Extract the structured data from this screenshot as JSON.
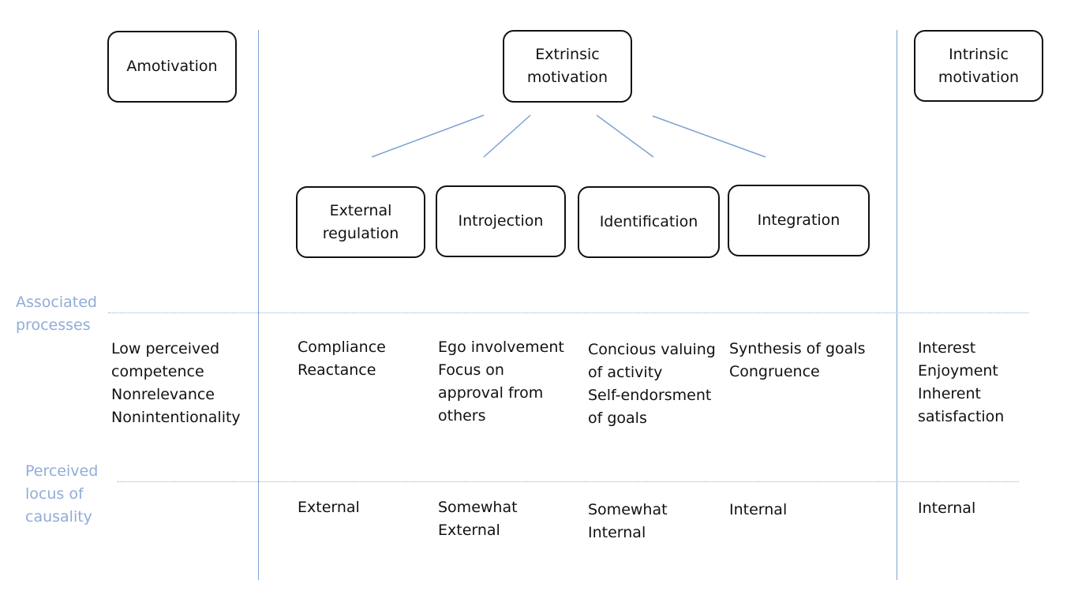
{
  "headers": {
    "amotivation": "Amotivation",
    "extrinsic": "Extrinsic\nmotivation",
    "intrinsic": "Intrinsic\nmotivation"
  },
  "regulations": {
    "external": "External\nregulation",
    "introjection": "Introjection",
    "identification": "Identification",
    "integration": "Integration"
  },
  "row_labels": {
    "processes": "Associated\nprocesses",
    "locus": "Perceived\nlocus of\ncausality"
  },
  "processes": {
    "amotivation": "Low perceived\ncompetence\nNonrelevance\nNonintentionality",
    "external": "Compliance\nReactance",
    "introjection": "Ego involvement\nFocus on\napproval from\nothers",
    "identification": "Concious valuing\nof activity\nSelf-endorsment\nof goals",
    "integration": "Synthesis of goals\nCongruence",
    "intrinsic": "Interest\nEnjoyment\nInherent\nsatisfaction"
  },
  "locus": {
    "external": "External",
    "introjection": "Somewhat\nExternal",
    "identification": "Somewhat\nInternal",
    "integration": "Internal",
    "intrinsic": "Internal"
  },
  "colors": {
    "divider": "#7ea3cf",
    "row_label": "#90acd8",
    "box_border": "#111111"
  }
}
